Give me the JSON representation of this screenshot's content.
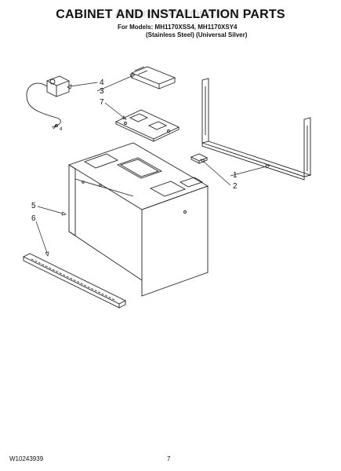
{
  "title": "CABINET AND INSTALLATION PARTS",
  "watermark": "AppliancePartsPros.com",
  "models": {
    "line1": "For Models: MH1170XSS4, MH1170XSY4",
    "line2": "(Stainless Steel)  (Universal Silver)"
  },
  "callouts": [
    "4",
    "3",
    "7",
    "5",
    "6",
    "1",
    "2"
  ],
  "connector_label": "4",
  "footer": {
    "doc_number": "W10243939",
    "page_number": "7"
  }
}
